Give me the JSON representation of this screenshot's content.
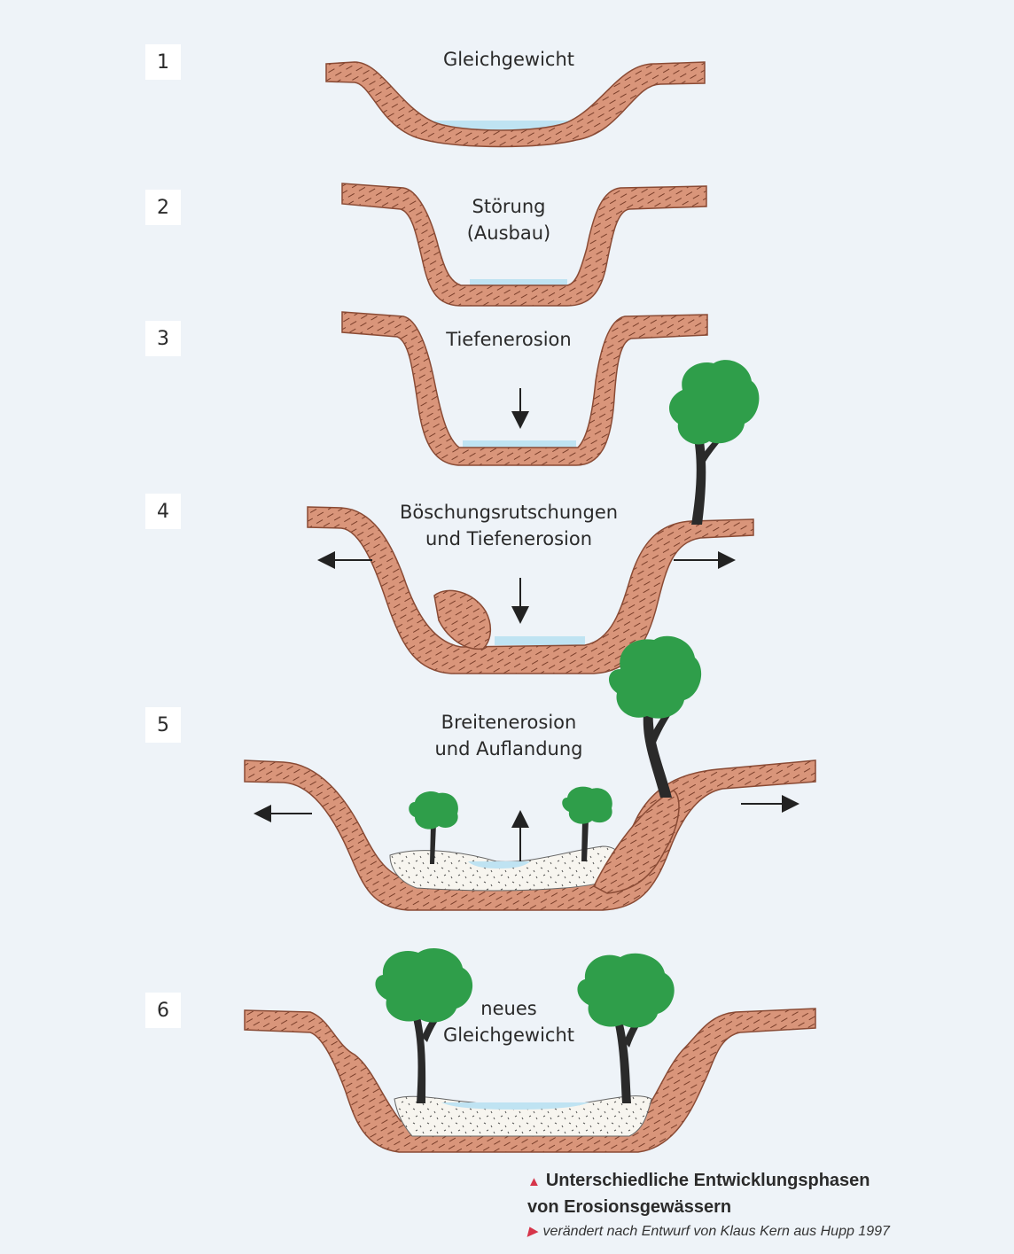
{
  "phases": [
    {
      "number": "1",
      "label_lines": [
        "Gleichgewicht"
      ]
    },
    {
      "number": "2",
      "label_lines": [
        "Störung",
        "(Ausbau)"
      ]
    },
    {
      "number": "3",
      "label_lines": [
        "Tiefenerosion"
      ]
    },
    {
      "number": "4",
      "label_lines": [
        "Böschungsrutschungen",
        "und Tiefenerosion"
      ]
    },
    {
      "number": "5",
      "label_lines": [
        "Breitenerosion",
        "und Auflandung"
      ]
    },
    {
      "number": "6",
      "label_lines": [
        "neues",
        "Gleichgewicht"
      ]
    }
  ],
  "caption": {
    "title_line1": "Unterschiedliche Entwicklungsphasen",
    "title_line2": "von Erosionsgewässern",
    "source": "verändert nach Entwurf von Klaus Kern aus Hupp 1997"
  },
  "colors": {
    "soil": "#d9957a",
    "soil_edge": "#8a4b35",
    "water": "#bfe3f2",
    "sediment": "#f7f5ef",
    "tree_crown": "#2f9e4a",
    "tree_trunk": "#2a2a2a",
    "accent": "#d6354a"
  }
}
